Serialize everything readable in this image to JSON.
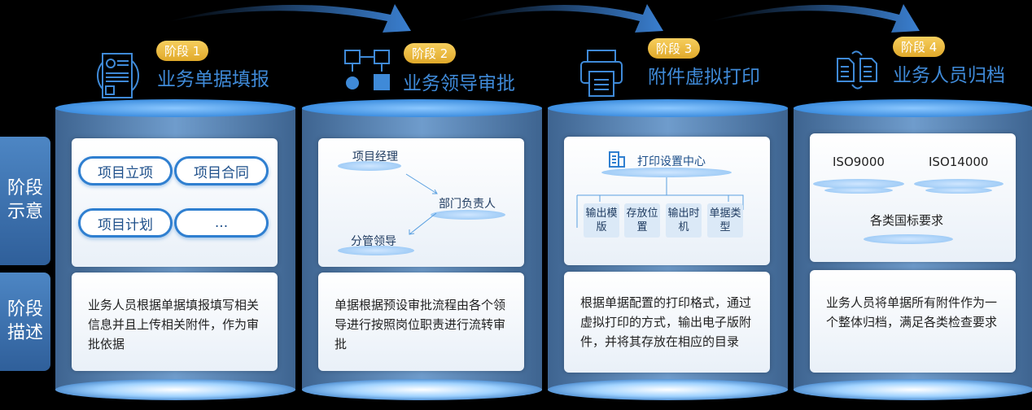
{
  "side_labels": {
    "diagram": "阶段示意",
    "description": "阶段描述"
  },
  "stages": [
    {
      "badge": "阶段 1",
      "title": "业务单据填报",
      "items": [
        "项目立项",
        "项目合同",
        "项目计划",
        "..."
      ],
      "description": "业务人员根据单据填报填写相关信息并且上传相关附件，作为审批依据"
    },
    {
      "badge": "阶段 2",
      "title": "业务领导审批",
      "items": [
        "项目经理",
        "部门负责人",
        "分管领导"
      ],
      "description": "单据根据预设审批流程由各个领导进行按照岗位职责进行流转审批"
    },
    {
      "badge": "阶段 3",
      "title": "附件虚拟打印",
      "center": "打印设置中心",
      "items": [
        "输出模版",
        "存放位置",
        "输出时机",
        "单据类型"
      ],
      "description": "根据单据配置的打印格式，通过虚拟打印的方式，输出电子版附件，并将其存放在相应的目录"
    },
    {
      "badge": "阶段 4",
      "title": "业务人员归档",
      "items": [
        "ISO9000",
        "ISO14000",
        "各类国标要求"
      ],
      "description": "业务人员将单据所有附件作为一个整体归档，满足各类检查要求"
    }
  ],
  "colors": {
    "accent": "#3f8ad8",
    "badge": "#e8b53a"
  }
}
